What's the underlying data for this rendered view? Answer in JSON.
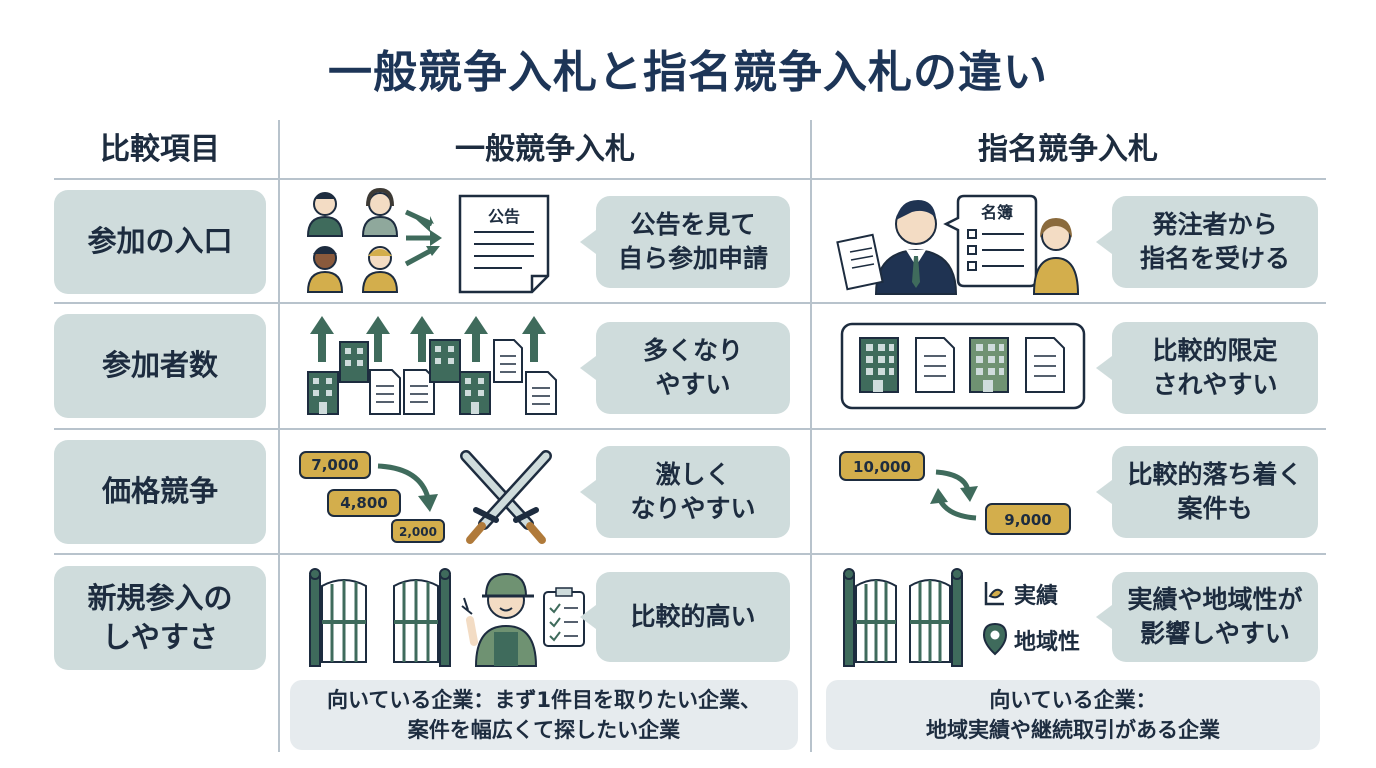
{
  "title": "一般競争入札と指名競争入札の違い",
  "headers": {
    "item": "比較項目",
    "general": "一般競争入札",
    "designated": "指名競争入札"
  },
  "rows": [
    {
      "label": "参加の入口",
      "general": {
        "doc_title": "公告",
        "bubble": "公告を見て\n自ら参加申請"
      },
      "designated": {
        "doc_title": "名簿",
        "bubble": "発注者から\n指名を受ける"
      }
    },
    {
      "label": "参加者数",
      "general": {
        "bubble": "多くなり\nやすい"
      },
      "designated": {
        "bubble": "比較的限定\nされやすい"
      }
    },
    {
      "label": "価格競争",
      "general": {
        "prices": [
          "7,000",
          "4,800",
          "2,000"
        ],
        "bubble": "激しく\nなりやすい"
      },
      "designated": {
        "prices": [
          "10,000",
          "9,000"
        ],
        "bubble": "比較的落ち着く\n案件も"
      }
    },
    {
      "label": "新規参入の\nしやすさ",
      "general": {
        "bubble": "比較的高い"
      },
      "designated": {
        "legend": [
          "実績",
          "地域性"
        ],
        "bubble": "実績や地域性が\n影響しやすい"
      }
    }
  ],
  "fit": {
    "general": "向いている企業：まず1件目を取りたい企業、\n案件を幅広くて探したい企業",
    "designated": "向いている企業：\n地域実績や継続取引がある企業"
  },
  "colors": {
    "title": "#1d3557",
    "label_bg": "#cfdcdc",
    "fit_bg": "#e6ebee",
    "accent_green": "#3f6b5c",
    "accent_gold": "#d3ae4c",
    "navy": "#1f3352",
    "grid": "#b8c3cc"
  },
  "icons": [
    "person-icon",
    "document-icon",
    "arrow-icon",
    "building-icon",
    "businessman-icon",
    "list-icon",
    "crossed-swords-icon",
    "cycle-arrows-icon",
    "gate-icon",
    "worker-icon",
    "clipboard-icon",
    "achievement-icon",
    "location-pin-icon"
  ]
}
